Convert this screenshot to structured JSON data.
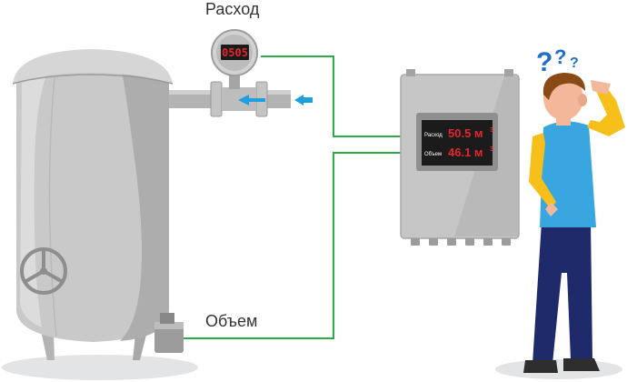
{
  "labels": {
    "flow": "Расход",
    "volume": "Объем"
  },
  "meter": {
    "digits": "0505"
  },
  "controller": {
    "rows": [
      {
        "label": "Расход",
        "value": "50.5 м",
        "unit_sup": "3"
      },
      {
        "label": "Объем",
        "value": "46.1 м",
        "unit_sup": "3"
      }
    ]
  },
  "person": {
    "question_marks": [
      "?",
      "?",
      "?"
    ]
  },
  "colors": {
    "wire": "#2bab4a",
    "arrow": "#1e9fe0",
    "display_text": "#e3262c",
    "tank": "#c8c8c8",
    "shirt": "#39a6e0",
    "pants": "#1f2a6b",
    "skin": "#f3b79a"
  }
}
